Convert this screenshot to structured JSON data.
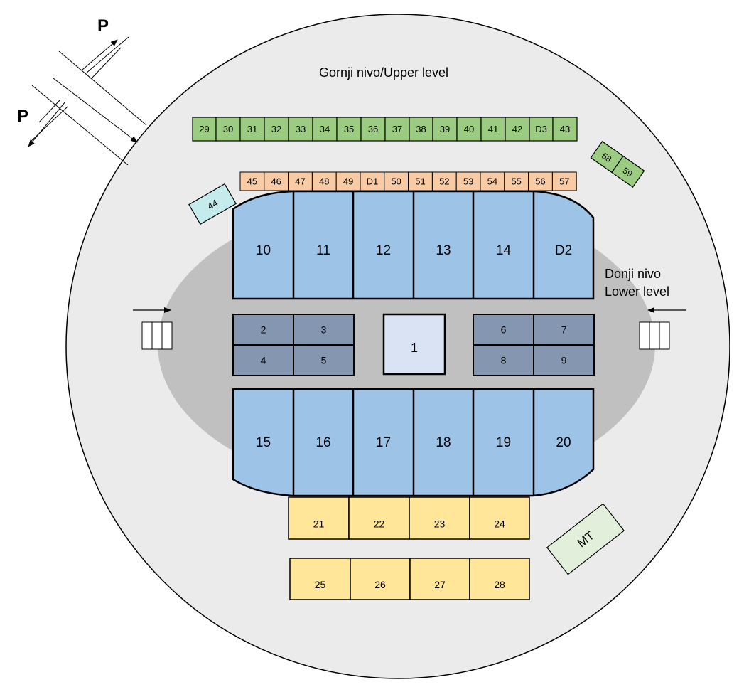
{
  "labels": {
    "upper_level": "Gornji nivo/Upper level",
    "lower_level_line1": "Donji nivo",
    "lower_level_line2": "Lower level",
    "parking_1": "P",
    "parking_2": "P"
  },
  "sections": {
    "upper_row": [
      "29",
      "30",
      "31",
      "32",
      "33",
      "34",
      "35",
      "36",
      "37",
      "38",
      "39",
      "40",
      "41",
      "42",
      "D3",
      "43"
    ],
    "orange_row": [
      "45",
      "46",
      "47",
      "48",
      "49",
      "D1",
      "50",
      "51",
      "52",
      "53",
      "54",
      "55",
      "56",
      "57"
    ],
    "corner_box": "44",
    "side_pair": [
      "58",
      "59"
    ],
    "top_stands": [
      "10",
      "11",
      "12",
      "13",
      "14",
      "D2"
    ],
    "left_floor": [
      "2",
      "3",
      "4",
      "5"
    ],
    "center_floor": "1",
    "right_floor": [
      "6",
      "7",
      "8",
      "9"
    ],
    "bottom_stands": [
      "15",
      "16",
      "17",
      "18",
      "19",
      "20"
    ],
    "yellow_row_1": [
      "21",
      "22",
      "23",
      "24"
    ],
    "yellow_row_2": [
      "25",
      "26",
      "27",
      "28"
    ],
    "mt_box": "MT"
  },
  "colors": {
    "outer_circle": "#ebebeb",
    "arena_floor": "#c0c0c0",
    "green": "#9ccc82",
    "orange": "#f8cba4",
    "blue_stand": "#9dc3e6",
    "dark_floor": "#8496b0",
    "center_floor": "#dae3f3",
    "yellow": "#ffe699",
    "cyan": "#c5ecec",
    "mt_green": "#e2efda"
  }
}
